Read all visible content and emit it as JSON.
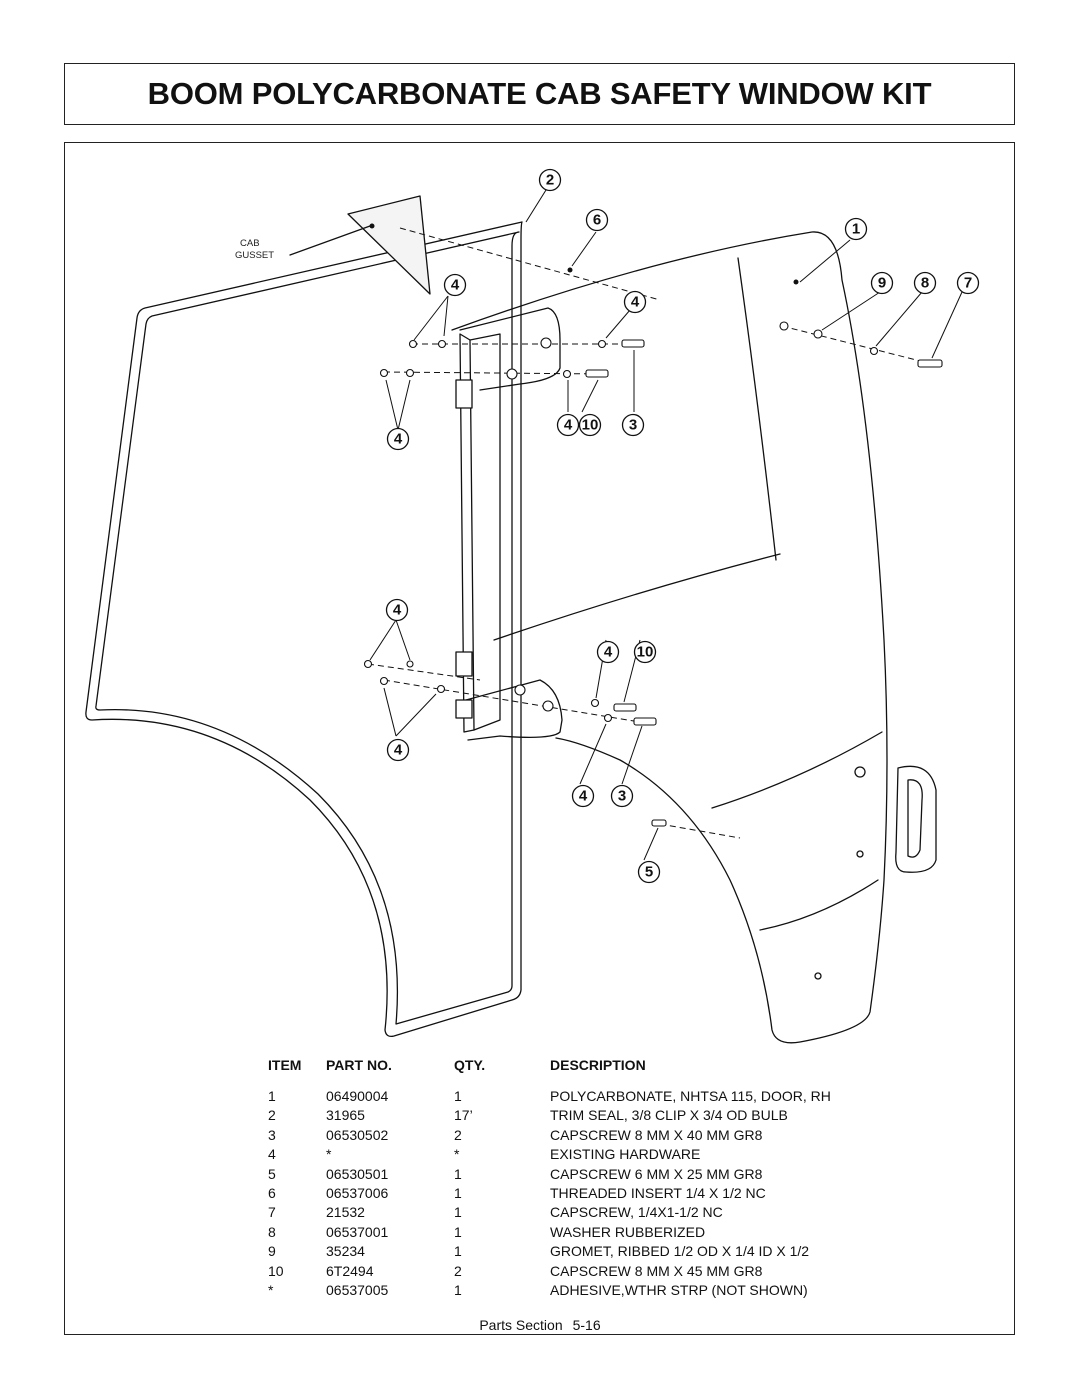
{
  "title": "BOOM POLYCARBONATE CAB SAFETY WINDOW KIT",
  "diagram": {
    "gusset_label_line1": "CAB",
    "gusset_label_line2": "GUSSET",
    "callouts": [
      "2",
      "6",
      "1",
      "4",
      "4",
      "9",
      "8",
      "7",
      "4",
      "4",
      "10",
      "3",
      "4",
      "4",
      "10",
      "4",
      "4",
      "3",
      "5"
    ]
  },
  "table": {
    "headers": {
      "item": "ITEM",
      "part_no": "PART NO.",
      "qty": "QTY.",
      "description": "DESCRIPTION"
    },
    "rows": [
      {
        "item": "1",
        "part_no": "06490004",
        "qty": "1",
        "description": "POLYCARBONATE, NHTSA 115, DOOR, RH"
      },
      {
        "item": "2",
        "part_no": "31965",
        "qty": "17’",
        "description": "TRIM SEAL, 3/8 CLIP X 3/4 OD BULB"
      },
      {
        "item": "3",
        "part_no": "06530502",
        "qty": "2",
        "description": "CAPSCREW 8 MM X 40 MM GR8"
      },
      {
        "item": "4",
        "part_no": "*",
        "qty": "*",
        "description": "EXISTING HARDWARE"
      },
      {
        "item": "5",
        "part_no": "06530501",
        "qty": "1",
        "description": "CAPSCREW 6 MM X 25 MM GR8"
      },
      {
        "item": "6",
        "part_no": "06537006",
        "qty": "1",
        "description": "THREADED INSERT 1/4 X 1/2 NC"
      },
      {
        "item": "7",
        "part_no": "21532",
        "qty": "1",
        "description": "CAPSCREW, 1/4X1-1/2 NC"
      },
      {
        "item": "8",
        "part_no": "06537001",
        "qty": "1",
        "description": "WASHER RUBBERIZED"
      },
      {
        "item": "9",
        "part_no": "35234",
        "qty": "1",
        "description": "GROMET, RIBBED 1/2 OD X 1/4 ID X 1/2"
      },
      {
        "item": "10",
        "part_no": "6T2494",
        "qty": "2",
        "description": "CAPSCREW 8 MM X 45 MM GR8"
      },
      {
        "item": "*",
        "part_no": "06537005",
        "qty": "1",
        "description": "ADHESIVE,WTHR STRP (NOT SHOWN)"
      }
    ]
  },
  "footer": {
    "section": "Parts Section",
    "page": "5-16"
  }
}
